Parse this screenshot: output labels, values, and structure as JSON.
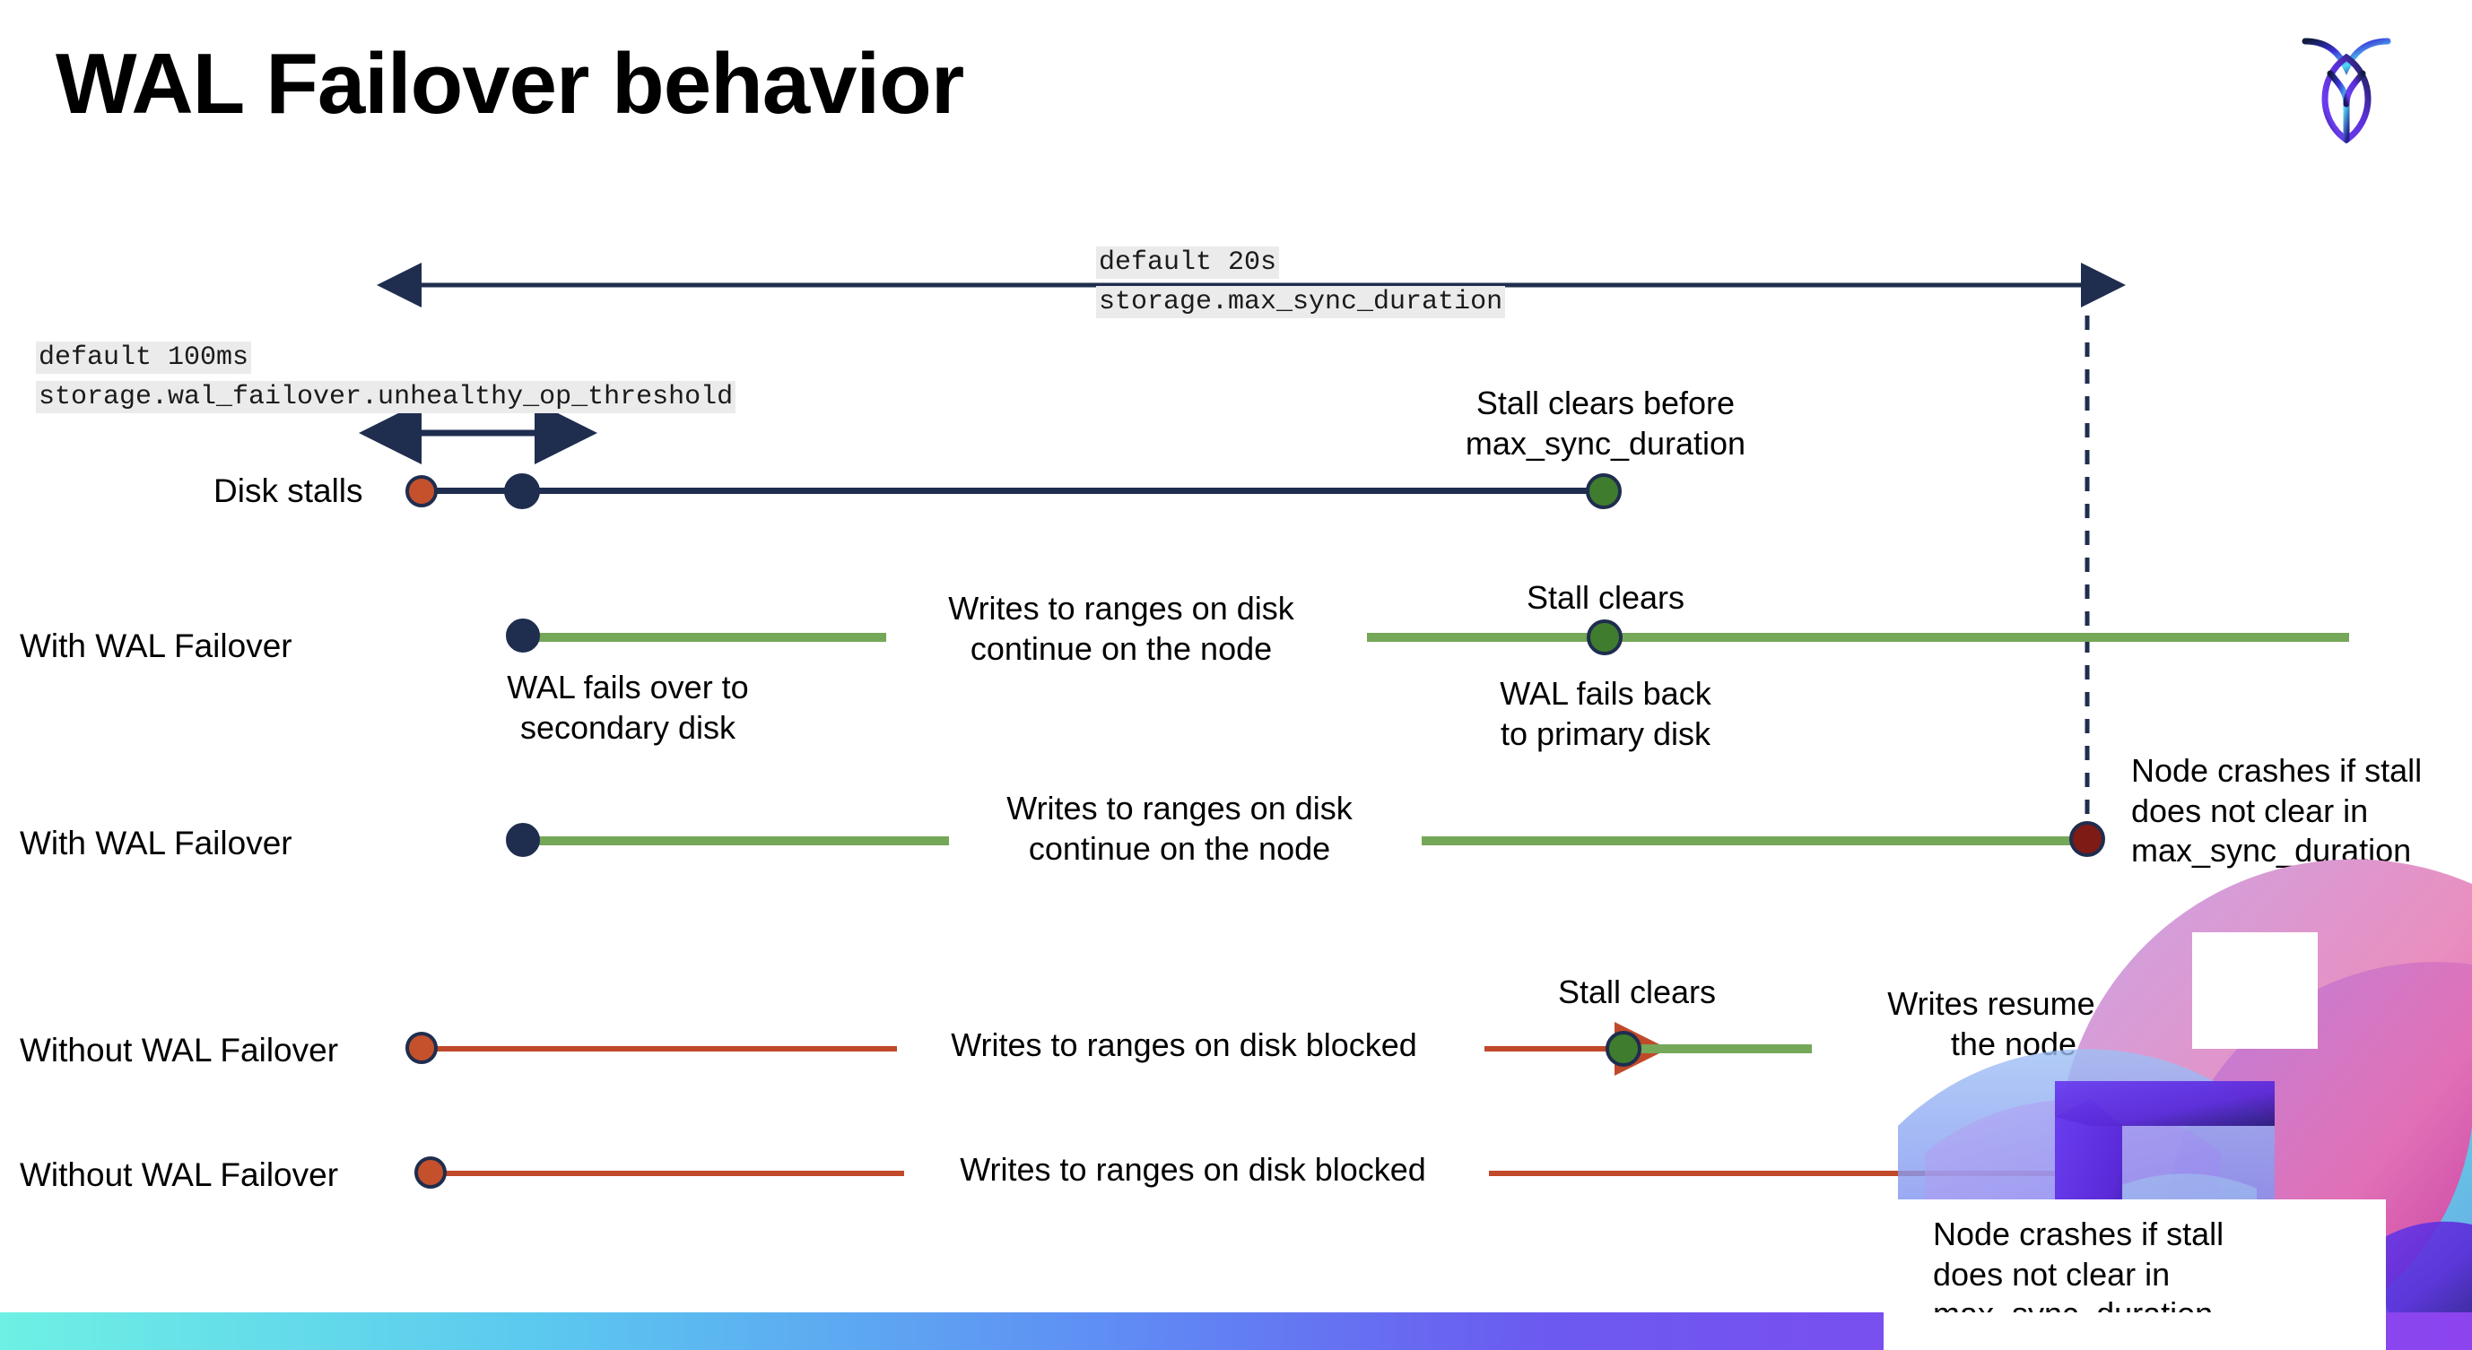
{
  "slide": {
    "title": "WAL Failover behavior",
    "logo_name": "cockroachdb-logo"
  },
  "annotations": {
    "max_sync": {
      "default": "default 20s",
      "setting": "storage.max_sync_duration"
    },
    "unhealthy": {
      "default": "default 100ms",
      "setting": "storage.wal_failover.unhealthy_op_threshold"
    }
  },
  "rows": [
    {
      "label": "Disk stalls",
      "note_right": "Stall clears before\nmax_sync_duration"
    },
    {
      "label": "With WAL Failover",
      "note_mid": "Writes to ranges on disk\ncontinue on the node",
      "note_under_start": "WAL fails over to\nsecondary disk",
      "note_clear": "Stall clears",
      "note_under_clear": "WAL fails  back\nto primary disk"
    },
    {
      "label": "With WAL Failover",
      "note_mid": "Writes to ranges on disk\ncontinue on the node",
      "note_right": "Node crashes if stall\ndoes not clear in\nmax_sync_duration"
    },
    {
      "label": "Without WAL Failover",
      "note_mid": "Writes to ranges on disk  blocked",
      "note_clear": "Stall clears",
      "note_resume": "Writes resume on\nthe node"
    },
    {
      "label": "Without WAL Failover",
      "note_mid": "Writes to ranges on disk  blocked",
      "note_right": "Node crashes if stall\ndoes not clear in\nmax_sync_duration"
    }
  ],
  "colors": {
    "navy": "#1f2d4e",
    "orange": "#c4512c",
    "green_line": "#74a758",
    "green_dot": "#3f7c2e",
    "red_line": "#c0492a",
    "dark_red": "#7e1b15",
    "code_bg": "#ebebeb"
  }
}
